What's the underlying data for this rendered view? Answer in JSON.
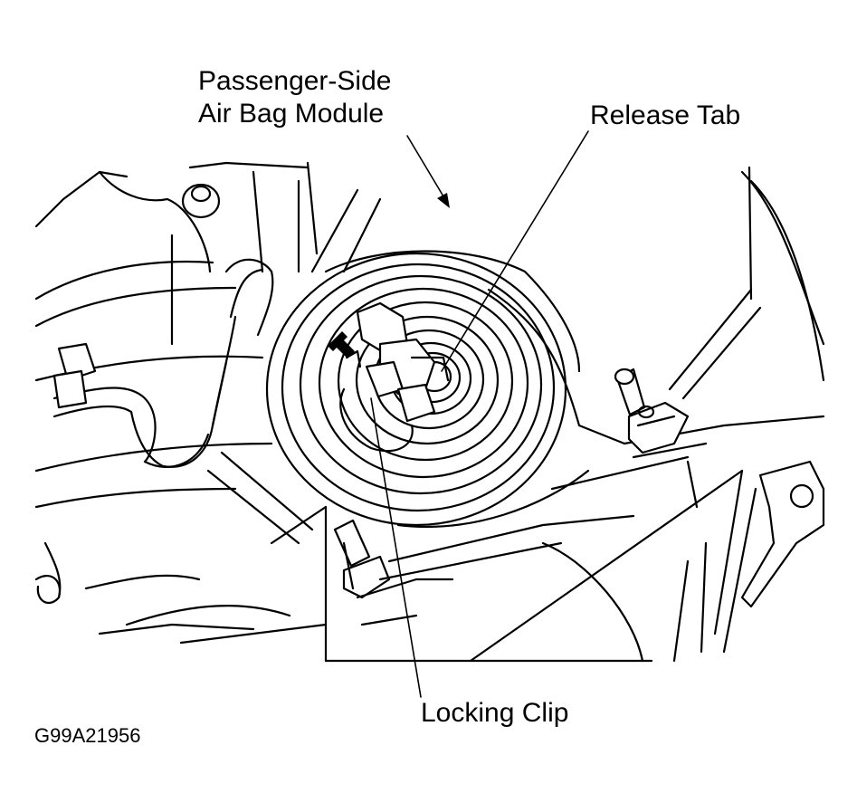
{
  "labels": {
    "module_line1": "Passenger-Side",
    "module_line2": "Air Bag Module",
    "release_tab": "Release Tab",
    "locking_clip": "Locking Clip",
    "figure_code": "G99A21956"
  }
}
